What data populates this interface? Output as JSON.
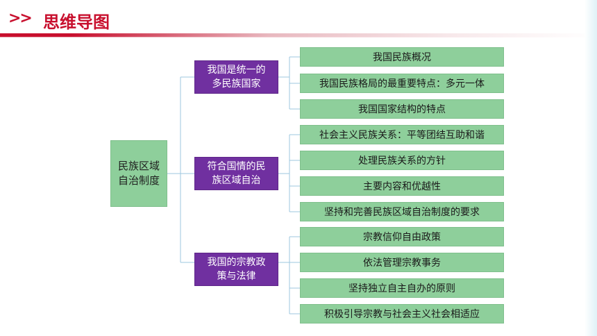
{
  "header": {
    "chevrons": ">>",
    "title": "思维导图"
  },
  "mindmap": {
    "root": "民族区域\n自治制度",
    "branches": [
      {
        "label": "我国是统一的\n多民族国家",
        "leaves": [
          "我国民族概况",
          "我国民族格局的最重要特点：多元一体",
          "我国国家结构的特点"
        ]
      },
      {
        "label": "符合国情的民\n族区域自治",
        "leaves": [
          "社会主义民族关系：平等团结互助和谐",
          "处理民族关系的方针",
          "主要内容和优越性",
          "坚持和完善民族区域自治制度的要求"
        ]
      },
      {
        "label": "我国的宗教政\n策与法律",
        "leaves": [
          "宗教信仰自由政策",
          "依法管理宗教事务",
          "坚持独立自主自办的原则",
          "积极引导宗教与社会主义社会相适应"
        ]
      }
    ]
  },
  "colors": {
    "accent": "#c8102e",
    "leaf_green": "#8ecf9b",
    "branch_purple": "#7030a0",
    "connector": "#9cc7df"
  }
}
